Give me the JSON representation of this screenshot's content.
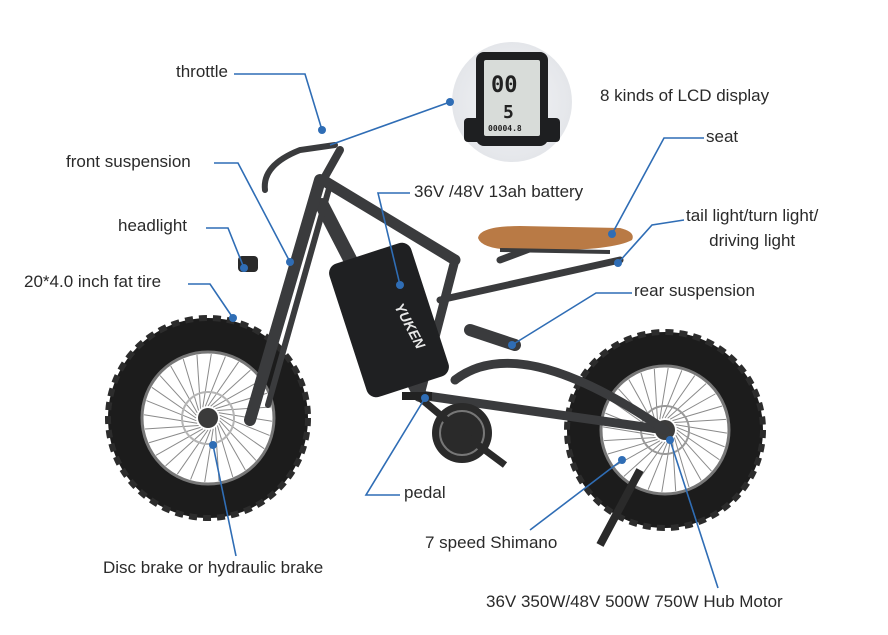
{
  "labels": {
    "throttle": "throttle",
    "lcd_display": "8 kinds of LCD display",
    "seat": "seat",
    "front_suspension": "front suspension",
    "battery": "36V /48V 13ah battery",
    "headlight": "headlight",
    "tail_light": "tail light/turn light/\ndriving light",
    "fat_tire": "20*4.0 inch fat tire",
    "rear_suspension": "rear suspension",
    "pedal": "pedal",
    "shimano": "7 speed Shimano",
    "brake": "Disc brake or hydraulic brake",
    "hub_motor": "36V 350W/48V 500W 750W Hub Motor"
  },
  "brand_logo": "YUKEN",
  "lcd": {
    "speed": "00",
    "gear": "5",
    "odometer": "00004.8"
  },
  "colors": {
    "callout_line": "#2f6db5",
    "callout_dot": "#2f6db5",
    "frame": "#3a3b3d",
    "saddle": "#b97a45",
    "tire": "#1c1c1c",
    "label_text": "#2a2a2a"
  }
}
